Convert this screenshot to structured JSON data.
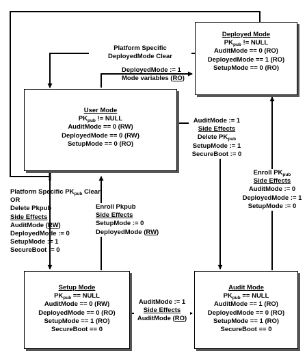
{
  "states": {
    "deployed": {
      "title": "Deployed Mode",
      "pk_pre": "PK",
      "pk_sub": "pub",
      "pk_post": " != NULL",
      "lines": [
        "AuditMode == 0 (RO)",
        "DeployedMode == 1 (RO)",
        "SetupMode == 0 (RO)"
      ]
    },
    "user": {
      "title": "User Mode",
      "pk_pre": "PK",
      "pk_sub": "pub",
      "pk_post": " != NULL",
      "lines": [
        "AuditMode == 0 (RW)",
        "DeployedMode == 0 (RW)",
        "SetupMode == 0 (RO)"
      ]
    },
    "setup": {
      "title": "Setup Mode",
      "pk_pre": "PK",
      "pk_sub": "pub",
      "pk_post": " == NULL",
      "lines": [
        "AuditMode == 0 (RW)",
        "DeployedMode == 0 (RO)",
        "SetupMode == 1 (RO)",
        "SecureBoot == 0"
      ]
    },
    "audit": {
      "title": "Audit Mode",
      "pk_pre": "PK",
      "pk_sub": "pub",
      "pk_post": " == NULL",
      "lines": [
        "AuditMode == 1 (RO)",
        "DeployedMode == 0 (RO)",
        "SetupMode == 1 (RO)",
        "SecureBoot == 0"
      ]
    }
  },
  "transitions": {
    "platform_clear_top": {
      "line1": "Platform Specific",
      "line2": "DeployedMode Clear"
    },
    "user_to_deployed": {
      "line1": "DeployedMode := 1",
      "line2_pre": "Mode variables (",
      "line2_u": "RO",
      "line2_post": ")"
    },
    "user_to_audit": {
      "line1": "AuditMode := 1",
      "side_effects": "Side Effects",
      "delete_pre": "Delete PK",
      "delete_sub": "pub",
      "line3": "SetupMode := 1",
      "line4": "SecureBoot := 0"
    },
    "platform_clear_left": {
      "line1_pre": "Platform Specific PK",
      "line1_sub": "pub",
      "line1_post": " Clear",
      "or": "OR",
      "delete": "Delete Pkpub",
      "side_effects": "Side Effects",
      "audit_pre": "AuditMode (",
      "audit_u": "RW",
      "audit_post": ")",
      "deployed": "DeployedMode := 0",
      "setup": "SetupMode := 1",
      "secure": "SecureBoot := 0"
    },
    "enroll_setup_to_user": {
      "line1": "Enroll Pkpub",
      "side_effects": "Side Effects",
      "setup": "SetupMode := 0",
      "deployed_pre": "DeployedMode (",
      "deployed_u": "RW",
      "deployed_post": ")"
    },
    "enroll_audit_to_deployed": {
      "line1_pre": "Enroll PK",
      "line1_sub": "pub",
      "side_effects": "Side Effects",
      "audit": "AuditMode := 0",
      "deployed": "DeployedMode := 1",
      "setup": "SetupMode := 0"
    },
    "setup_to_audit": {
      "line1": "AuditMode := 1",
      "side_effects": "Side Effects",
      "audit_pre": "AuditMode (",
      "audit_u": "RO",
      "audit_post": ")"
    }
  }
}
